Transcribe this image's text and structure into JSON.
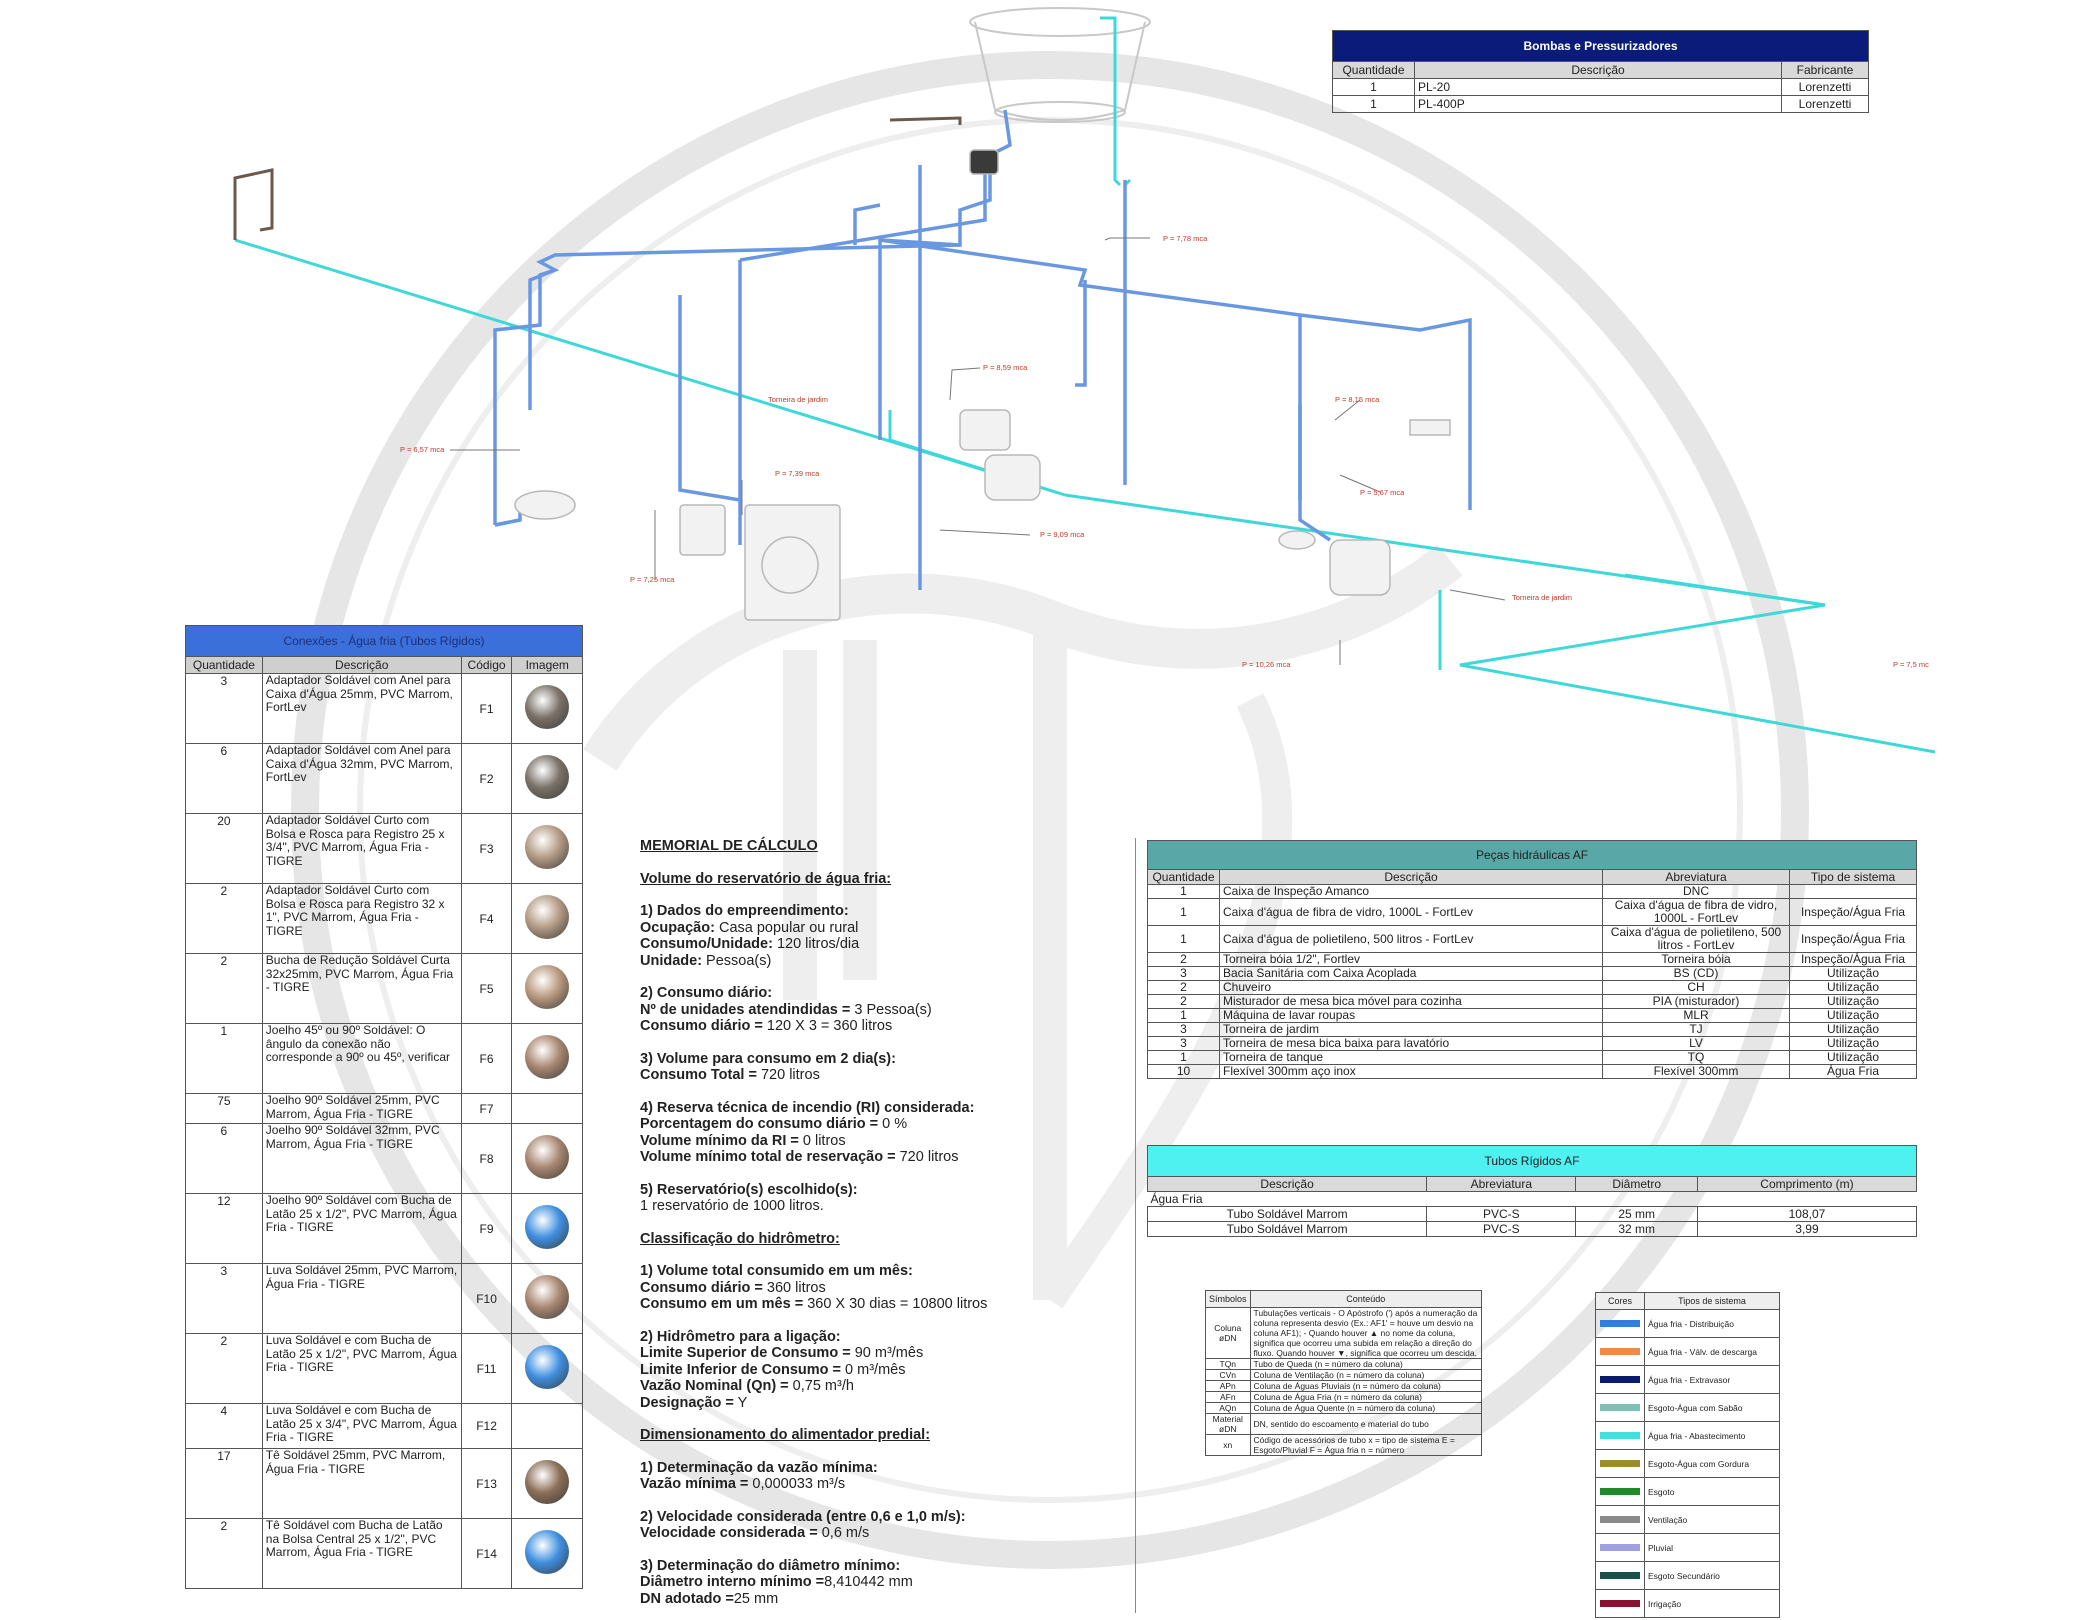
{
  "diagram": {
    "annotations": [
      {
        "id": "p778",
        "text": "P = 7,78 mca"
      },
      {
        "id": "p859",
        "text": "P = 8,59 mca"
      },
      {
        "id": "tj1",
        "text": "Torneira de jardim"
      },
      {
        "id": "p657",
        "text": "P = 6,57 mca"
      },
      {
        "id": "p739",
        "text": "P = 7,39 mca"
      },
      {
        "id": "p725",
        "text": "P = 7,25 mca"
      },
      {
        "id": "p909",
        "text": "P = 9,09 mca"
      },
      {
        "id": "p815",
        "text": "P = 8,15 mca"
      },
      {
        "id": "p567",
        "text": "P = 5,67 mca"
      },
      {
        "id": "tj2",
        "text": "Torneira de jardim"
      },
      {
        "id": "p1026",
        "text": "P = 10,26 mca"
      },
      {
        "id": "p75",
        "text": "P = 7,5 mc"
      }
    ],
    "colors": {
      "supply": "#5b8fd9",
      "abastecimento": "#3fd8d8",
      "pipe_brown": "#6b5a4b"
    }
  },
  "bombas": {
    "title": "Bombas e Pressurizadores",
    "headers": [
      "Quantidade",
      "Descrição",
      "Fabricante"
    ],
    "rows": [
      [
        "1",
        "PL-20",
        "Lorenzetti"
      ],
      [
        "1",
        "PL-400P",
        "Lorenzetti"
      ]
    ]
  },
  "conexoes": {
    "title": "Conexões - Água fria (Tubos Rígidos)",
    "headers": [
      "Quantidade",
      "Descrição",
      "Código",
      "Imagem"
    ],
    "rows": [
      {
        "q": "3",
        "d": "Adaptador Soldável com Anel para Caixa d'Água 25mm, PVC Marrom, FortLev",
        "c": "F1",
        "img": "adaptador-caixa",
        "color": "#7a7168"
      },
      {
        "q": "6",
        "d": "Adaptador Soldável com Anel para Caixa d'Água 32mm, PVC Marrom, FortLev",
        "c": "F2",
        "img": "adaptador-caixa",
        "color": "#7a7168"
      },
      {
        "q": "20",
        "d": "Adaptador Soldável Curto com Bolsa e Rosca para Registro 25 x 3/4\", PVC Marrom, Água Fria - TIGRE",
        "c": "F3",
        "img": "adaptador-curto",
        "color": "#b39a84"
      },
      {
        "q": "2",
        "d": "Adaptador Soldável Curto com Bolsa e Rosca para Registro 32 x 1\", PVC Marrom, Água Fria - TIGRE",
        "c": "F4",
        "img": "adaptador-curto",
        "color": "#b39a84"
      },
      {
        "q": "2",
        "d": "Bucha de Redução Soldável Curta 32x25mm, PVC Marrom, Água Fria - TIGRE",
        "c": "F5",
        "img": "bucha",
        "color": "#b8977d"
      },
      {
        "q": "1",
        "d": "Joelho 45º ou 90º Soldável: O ângulo da conexão não corresponde a 90º ou 45º, verificar",
        "c": "F6",
        "img": "joelho",
        "color": "#a88670"
      },
      {
        "q": "75",
        "d": "Joelho 90º Soldável 25mm, PVC Marrom, Água Fria - TIGRE",
        "c": "F7",
        "img": "",
        "color": ""
      },
      {
        "q": "6",
        "d": "Joelho 90º Soldável 32mm, PVC Marrom, Água Fria - TIGRE",
        "c": "F8",
        "img": "joelho",
        "color": "#a88670"
      },
      {
        "q": "12",
        "d": "Joelho 90º Soldável com Bucha de Latão 25 x 1/2\", PVC Marrom, Água Fria - TIGRE",
        "c": "F9",
        "img": "joelho-azul",
        "color": "#3f8fe0"
      },
      {
        "q": "3",
        "d": "Luva Soldável 25mm, PVC Marrom, Água Fria - TIGRE",
        "c": "F10",
        "img": "luva",
        "color": "#a88670"
      },
      {
        "q": "2",
        "d": "Luva Soldável e com Bucha de Latão 25 x 1/2\", PVC Marrom, Água Fria - TIGRE",
        "c": "F11",
        "img": "luva-azul",
        "color": "#3f8fe0"
      },
      {
        "q": "4",
        "d": "Luva Soldável e com Bucha de Latão 25 x 3/4\", PVC Marrom, Água Fria - TIGRE",
        "c": "F12",
        "img": "",
        "color": ""
      },
      {
        "q": "17",
        "d": "Tê Soldável 25mm, PVC Marrom, Água Fria - TIGRE",
        "c": "F13",
        "img": "te",
        "color": "#8c6e58"
      },
      {
        "q": "2",
        "d": "Tê Soldável com Bucha de Latão na Bolsa Central 25 x 1/2\", PVC Marrom, Água Fria - TIGRE",
        "c": "F14",
        "img": "te-azul",
        "color": "#3f8fe0"
      }
    ]
  },
  "memorial": {
    "title": "MEMORIAL DE CÁLCULO",
    "vol_title": "Volume do reservatório de água fria:",
    "s1_title": "1) Dados do empreendimento:",
    "s1_l1_k": "Ocupação:",
    "s1_l1_v": " Casa popular ou rural",
    "s1_l2_k": "Consumo/Unidade:",
    "s1_l2_v": " 120 litros/dia",
    "s1_l3_k": "Unidade:",
    "s1_l3_v": " Pessoa(s)",
    "s2_title": "2) Consumo diário:",
    "s2_l1_k": "Nº de unidades atendindidas =",
    "s2_l1_v": " 3 Pessoa(s)",
    "s2_l2_k": "Consumo diário =",
    "s2_l2_v": " 120 X 3 = 360 litros",
    "s3_title": "3) Volume para consumo em 2 dia(s):",
    "s3_l1_k": "Consumo Total =",
    "s3_l1_v": " 720 litros",
    "s4_title": "4) Reserva técnica de incendio (RI) considerada:",
    "s4_l1_k": "Porcentagem do consumo diário =",
    "s4_l1_v": " 0 %",
    "s4_l2_k": "Volume mínimo da RI =",
    "s4_l2_v": " 0 litros",
    "s4_l3_k": "Volume mínimo total de reservação =",
    "s4_l3_v": " 720 litros",
    "s5_title": "5) Reservatório(s) escolhido(s):",
    "s5_l1": "1 reservatório de 1000 litros.",
    "hid_title": "Classificação do hidrômetro:",
    "h1_title": "1) Volume total consumido em um mês:",
    "h1_l1_k": "Consumo diário =",
    "h1_l1_v": "  360 litros",
    "h1_l2_k": "Consumo em um mês =",
    "h1_l2_v": " 360 X 30 dias = 10800 litros",
    "h2_title": "2) Hidrômetro para a ligação:",
    "h2_l1_k": "Limite Superior de Consumo =",
    "h2_l1_v": " 90 m³/mês",
    "h2_l2_k": "Limite Inferior de Consumo =",
    "h2_l2_v": " 0 m³/mês",
    "h2_l3_k": "Vazão Nominal (Qn) =",
    "h2_l3_v": " 0,75 m³/h",
    "h2_l4_k": "Designação =",
    "h2_l4_v": " Y",
    "dim_title": "Dimensionamento do alimentador predial:",
    "d1_title": "1) Determinação da vazão mínima:",
    "d1_l1_k": "Vazão mínima =",
    "d1_l1_v": " 0,000033 m³/s",
    "d2_title": "2) Velocidade considerada (entre 0,6 e 1,0 m/s):",
    "d2_l1_k": "Velocidade considerada =",
    "d2_l1_v": " 0,6 m/s",
    "d3_title": "3) Determinação do diâmetro mínimo:",
    "d3_l1_k": "Diâmetro interno mínimo =",
    "d3_l1_v": "8,410442 mm",
    "d3_l2_k": "DN adotado =",
    "d3_l2_v": "25 mm"
  },
  "pecas": {
    "title": "Peças hidráulicas AF",
    "headers": [
      "Quantidade",
      "Descrição",
      "Abreviatura",
      "Tipo de sistema"
    ],
    "rows": [
      [
        "1",
        "Caixa de Inspeção Amanco",
        "DNC",
        ""
      ],
      [
        "1",
        "Caixa d'água de fibra de vidro, 1000L - FortLev",
        "Caixa d'água de fibra de vidro, 1000L - FortLev",
        "Inspeção/Água Fria"
      ],
      [
        "1",
        "Caixa d'água de polietileno, 500 litros - FortLev",
        "Caixa d'água de polietileno, 500 litros - FortLev",
        "Inspeção/Água Fria"
      ],
      [
        "2",
        "Torneira bóia 1/2\", Fortlev",
        "Torneira bóia",
        "Inspeção/Água Fria"
      ],
      [
        "3",
        "Bacia Sanitária com Caixa Acoplada",
        "BS (CD)",
        "Utilização"
      ],
      [
        "2",
        "Chuveiro",
        "CH",
        "Utilização"
      ],
      [
        "2",
        "Misturador de mesa bica móvel para cozinha",
        "PIA (misturador)",
        "Utilização"
      ],
      [
        "1",
        "Máquina de lavar roupas",
        "MLR",
        "Utilização"
      ],
      [
        "3",
        "Torneira de jardim",
        "TJ",
        "Utilização"
      ],
      [
        "3",
        "Torneira de mesa bica baixa para lavatório",
        "LV",
        "Utilização"
      ],
      [
        "1",
        "Torneira de tanque",
        "TQ",
        "Utilização"
      ],
      [
        "10",
        "Flexível 300mm aço inox",
        "Flexível 300mm",
        "Água Fria"
      ]
    ]
  },
  "tubos": {
    "title": "Tubos Rígidos AF",
    "headers": [
      "Descrição",
      "Abreviatura",
      "Diâmetro",
      "Comprimento (m)"
    ],
    "group": "Água Fria",
    "rows": [
      [
        "Tubo Soldável Marrom",
        "PVC-S",
        "25 mm",
        "108,07"
      ],
      [
        "Tubo Soldável Marrom",
        "PVC-S",
        "32 mm",
        "3,99"
      ]
    ]
  },
  "simbolos": {
    "headers": [
      "Símbolos",
      "Conteúdo"
    ],
    "rows": [
      {
        "s": "Coluna øDN",
        "t": "Tubulações verticais - O Apóstrofo (') após a numeração da coluna representa desvio (Ex.: AF1' = houve um desvio na coluna AF1); - Quando houver ▲ no nome da coluna, significa que ocorreu uma subida em relação a direção do fluxo. Quando houver ▼, significa que ocorreu um descida."
      },
      {
        "s": "TQn",
        "t": "Tubo de Queda (n = número da coluna)"
      },
      {
        "s": "CVn",
        "t": "Coluna de Ventilação (n = número da coluna)"
      },
      {
        "s": "APn",
        "t": "Coluna de Águas Pluviais (n = número da coluna)"
      },
      {
        "s": "AFn",
        "t": "Coluna de Água Fria (n = número da coluna)"
      },
      {
        "s": "AQn",
        "t": "Coluna de Água Quente (n = número da coluna)"
      },
      {
        "s": "Material øDN",
        "t": "DN, sentido do escoamento e material do tubo"
      },
      {
        "s": "xn",
        "t": "Código de acessórios de tubo x = tipo de sistema E = Esgoto/Pluvial F = Água fria n = número"
      }
    ]
  },
  "cores": {
    "headers": [
      "Cores",
      "Tipos de sistema"
    ],
    "rows": [
      {
        "color": "#2f7fe0",
        "label": "Água fria - Distribuição"
      },
      {
        "color": "#f08a4b",
        "label": "Água fria - Válv. de descarga"
      },
      {
        "color": "#0a1a6e",
        "label": "Água fria - Extravasor"
      },
      {
        "color": "#7fbfb4",
        "label": "Esgoto-Água com Sabão"
      },
      {
        "color": "#3fe0e0",
        "label": "Água fria - Abastecimento"
      },
      {
        "color": "#9a8d2e",
        "label": "Esgoto-Água com Gordura"
      },
      {
        "color": "#1f8a2a",
        "label": "Esgoto"
      },
      {
        "color": "#8a8a8a",
        "label": "Ventilação"
      },
      {
        "color": "#9fa0e0",
        "label": "Pluvial"
      },
      {
        "color": "#14524a",
        "label": "Esgoto Secundário"
      },
      {
        "color": "#8a1030",
        "label": "Irrigação"
      }
    ]
  }
}
